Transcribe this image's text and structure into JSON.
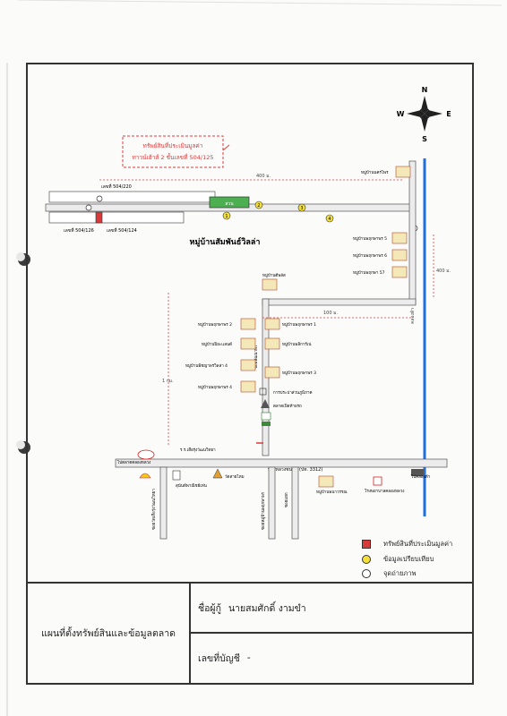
{
  "compass": {
    "n": "N",
    "s": "S",
    "e": "E",
    "w": "W"
  },
  "property_callout": {
    "line1": "ทรัพย์สินที่ประเมินมูลค่า",
    "line2": "ทาวน์เฮ้าส์ 2 ชั้นเลขที่ 504/125"
  },
  "village_name": "หมู่บ้านสัมพันธ์วิลล่า",
  "distance_labels": {
    "top_road": "400 ม.",
    "right_vertical": "400 ม.",
    "middle_road": "100 ม.",
    "left_vertical": "1 กม."
  },
  "house_numbers": {
    "top": "เลขที่ 504/220",
    "bottom_left": "เลขที่ 504/126",
    "bottom_right": "เลขที่ 504/124"
  },
  "comparable_markers": [
    "1",
    "2",
    "3",
    "4"
  ],
  "park_label": "สวน",
  "village_labels": {
    "top_right": "หมู่บ้านนครไพร",
    "right_1": "หมู่บ้านพฤกษาพร 5",
    "right_2": "หมู่บ้านพฤกษาพร 6",
    "right_3": "หมู่บ้านพฤกษา 57",
    "center_top": "หมู่บ้านดีพลัส",
    "left_1": "หมู่บ้านพฤกษาพร 2",
    "left_2": "หมู่บ้านปิยะแลนด์",
    "left_3": "หมู่บ้านพิชญาพรวิลล่า 4",
    "left_4": "หมู่บ้านพฤกษาพร 4",
    "mid_1": "หมู่บ้านพฤกษาพร 1",
    "mid_2": "หมู่บ้านพลิการ์เน่",
    "mid_3": "หมู่บ้านพฤกษาพร 3",
    "bottom": "หมู่บ้านพนาวรรณ"
  },
  "landmarks": {
    "water_office": "การประปาส่วนภูมิภาค",
    "market": "ตลาดเปิดท้ายรถ",
    "school": "ร.ร.เสือรุ่งวัฒนวิทยา",
    "shell": "Shell",
    "temple": "วัดสายไหม",
    "hospital": "โรงพยาบาลคลองหลวง",
    "gas_station": "ไปตลาดคลองหลวง",
    "shop": "สุนันท์พาณิชย์เท่น",
    "bridge": "ไปคลองห้า",
    "school2": "โรงเรียนชุมชน"
  },
  "roads": {
    "main": "ทางหลวงชนบท (ปท. 3312)",
    "left_side": "ซอยวัดเสือรุ่งวัฒนวิทยา",
    "mid_side": "ซอยหมู่บ้านพฤกษาพร",
    "center": "ซอยพัฒนาพร",
    "right_side": "ซอยแยก",
    "canal": "คลองห้า"
  },
  "legend": {
    "subject": "ทรัพย์สินที่ประเมินมูลค่า",
    "comparable": "ข้อมูลเปรียบเทียบ",
    "photo": "จุดถ่ายภาพ"
  },
  "colors": {
    "subject": "#d63a3a",
    "comparable": "#f5e03a",
    "canal": "#1e6fe0",
    "road": "#e9e9e9",
    "park": "#4caf50",
    "callout": "#e03a3a"
  },
  "footer": {
    "title": "แผนที่ตั้งทรัพย์สินและข้อมูลตลาด",
    "borrower_label": "ชื่อผู้กู้",
    "borrower_name": "นายสมศักดิ์ งามขำ",
    "account_label": "เลขที่บัญชี",
    "account_value": "-"
  }
}
